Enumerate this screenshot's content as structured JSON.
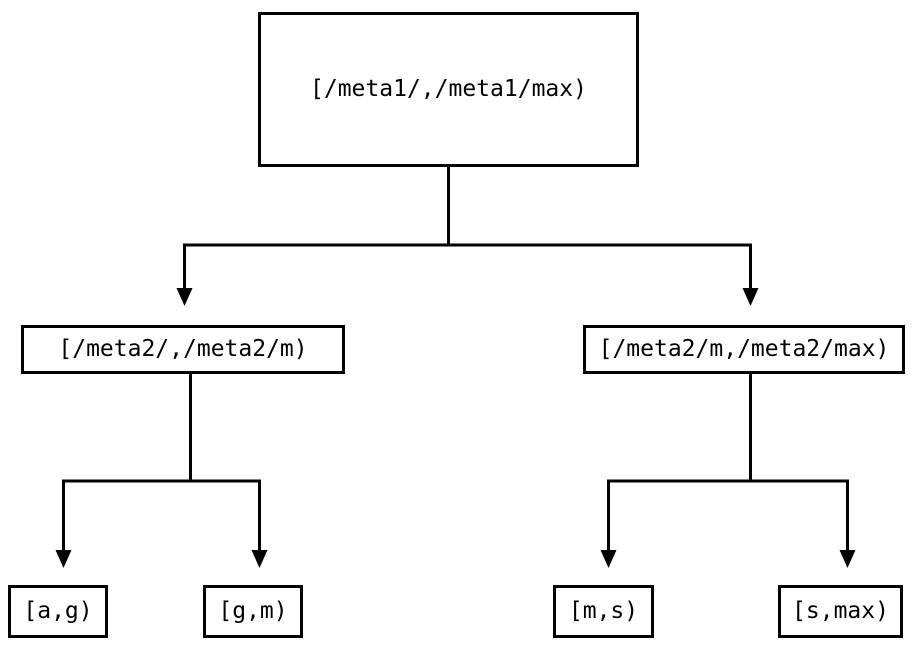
{
  "diagram": {
    "type": "tree",
    "title": "",
    "background_color": "#ffffff",
    "line_color": "#000000",
    "text_color": "#000000",
    "nodes": {
      "root": {
        "label": "[/meta1/,/meta1/max)"
      },
      "mid_left": {
        "label": "[/meta2/,/meta2/m)"
      },
      "mid_right": {
        "label": "[/meta2/m,/meta2/max)"
      },
      "leaf_ag": {
        "label": "[a,g)"
      },
      "leaf_gm": {
        "label": "[g,m)"
      },
      "leaf_ms": {
        "label": "[m,s)"
      },
      "leaf_smax": {
        "label": "[s,max)"
      }
    },
    "edges": [
      {
        "from": "root",
        "to": "mid_left",
        "arrow": "down"
      },
      {
        "from": "root",
        "to": "mid_right",
        "arrow": "down"
      },
      {
        "from": "mid_left",
        "to": "leaf_ag",
        "arrow": "down"
      },
      {
        "from": "mid_left",
        "to": "leaf_gm",
        "arrow": "down"
      },
      {
        "from": "mid_right",
        "to": "leaf_ms",
        "arrow": "down"
      },
      {
        "from": "mid_right",
        "to": "leaf_smax",
        "arrow": "down"
      }
    ]
  }
}
